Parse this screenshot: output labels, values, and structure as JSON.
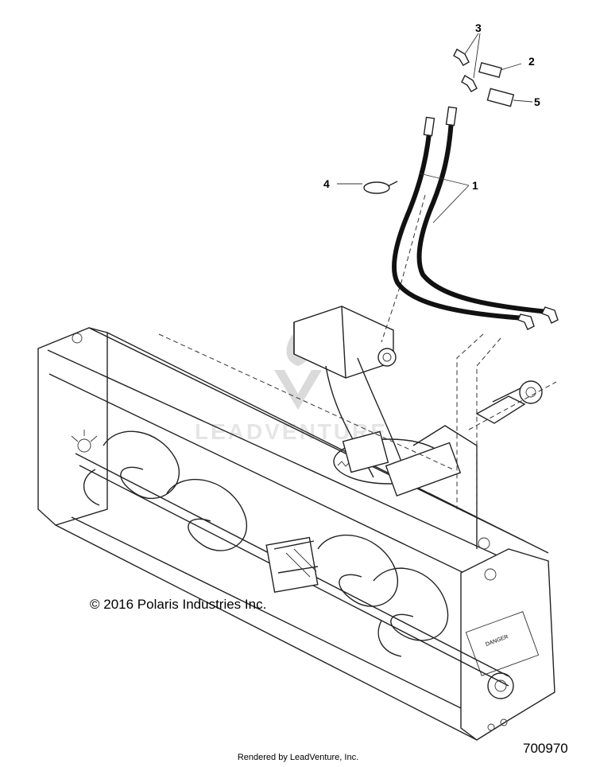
{
  "diagram": {
    "callouts": [
      {
        "id": "1",
        "label": "1"
      },
      {
        "id": "2",
        "label": "2"
      },
      {
        "id": "3",
        "label": "3"
      },
      {
        "id": "4",
        "label": "4"
      },
      {
        "id": "5",
        "label": "5"
      }
    ],
    "copyright": "© 2016 Polaris Industries Inc.",
    "part_number": "700970",
    "rendered_by": "Rendered by LeadVenture, Inc.",
    "watermark_text": "LEADVENTURE",
    "decal_text": "DANGER"
  }
}
